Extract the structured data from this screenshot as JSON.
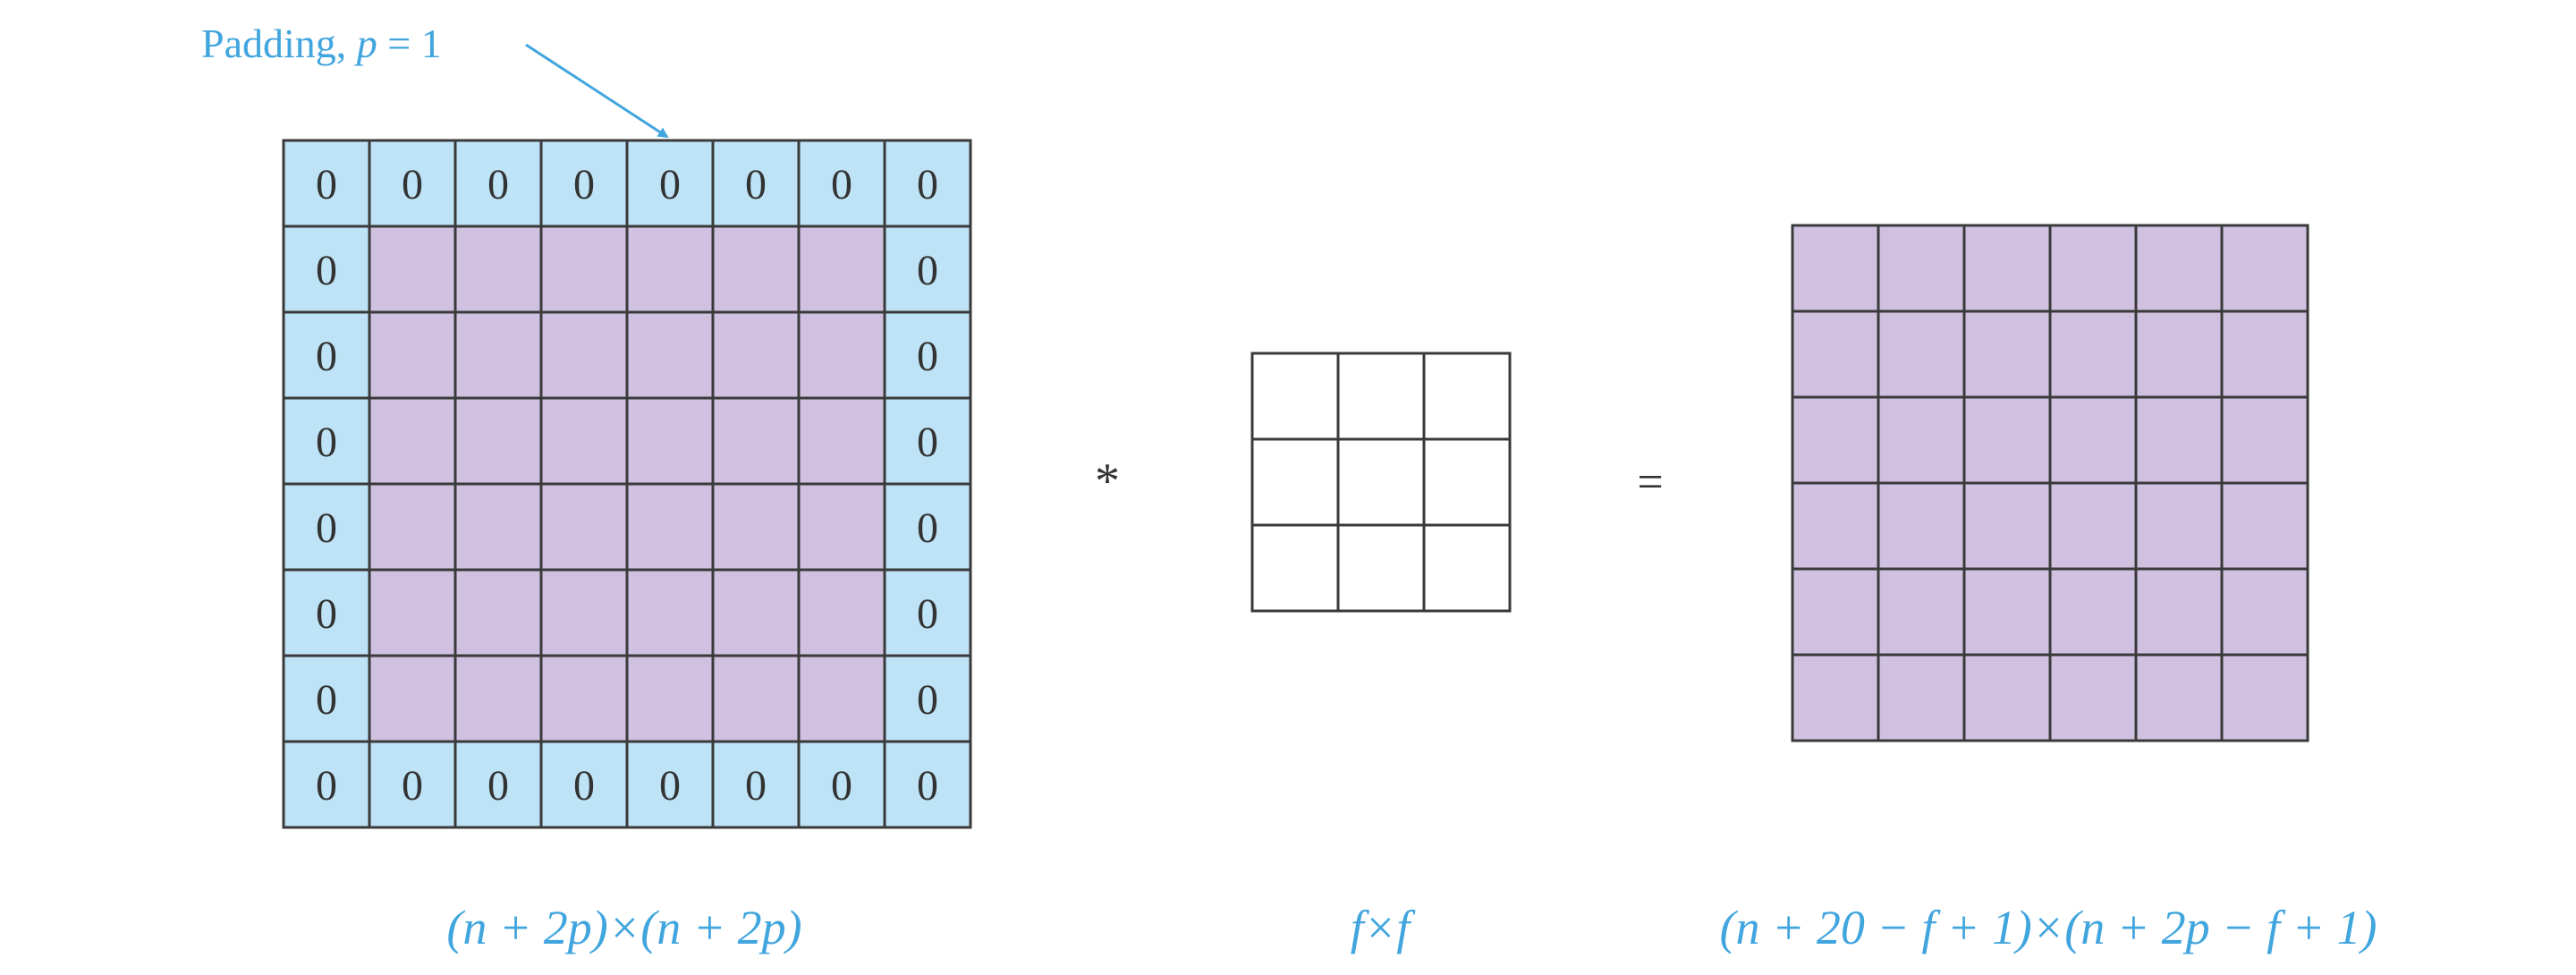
{
  "colors": {
    "padding_cell": "#bee3f6",
    "input_cell": "#d0c1e1",
    "output_cell": "#d0c1e1",
    "filter_cell": "#ffffff",
    "grid_line": "#3a3a3a",
    "accent": "#41a5de",
    "operator": "#333333"
  },
  "padding_callout": {
    "label": "Padding, ",
    "var": "p",
    "equals": " = 1"
  },
  "padding_value": "0",
  "input_grid": {
    "rows": 8,
    "cols": 8,
    "padding": 1
  },
  "filter_grid": {
    "rows": 3,
    "cols": 3
  },
  "output_grid": {
    "rows": 6,
    "cols": 6
  },
  "operators": {
    "convolve": "*",
    "equals": "="
  },
  "captions": {
    "input": "(n + 2p)×(n + 2p)",
    "filter": "f×f",
    "output": "(n + 20 − f + 1)×(n + 2p − f + 1)"
  }
}
